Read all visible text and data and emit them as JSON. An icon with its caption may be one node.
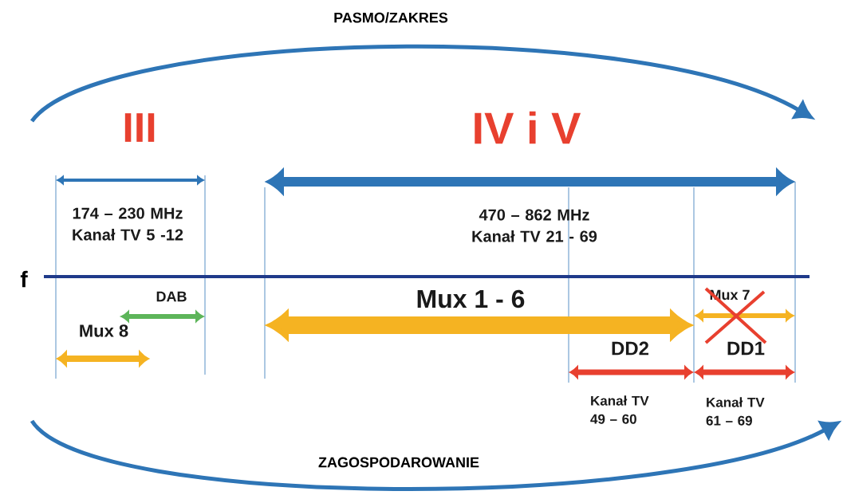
{
  "diagram": {
    "labels": [
      "PASMO/ZAKRES",
      "III",
      "IV i V",
      "174 – 230 MHz Kanał TV 5 -12",
      "470 – 862 MHz Kanał TV 21 - 69",
      "f",
      "DAB",
      "Mux 1 - 6",
      "Mux 7",
      "Mux 8",
      "DD2",
      "DD1",
      "Kanał TV 49 – 60",
      "Kanał TV 61 – 69",
      "ZAGOSPODAROWANIE"
    ]
  }
}
